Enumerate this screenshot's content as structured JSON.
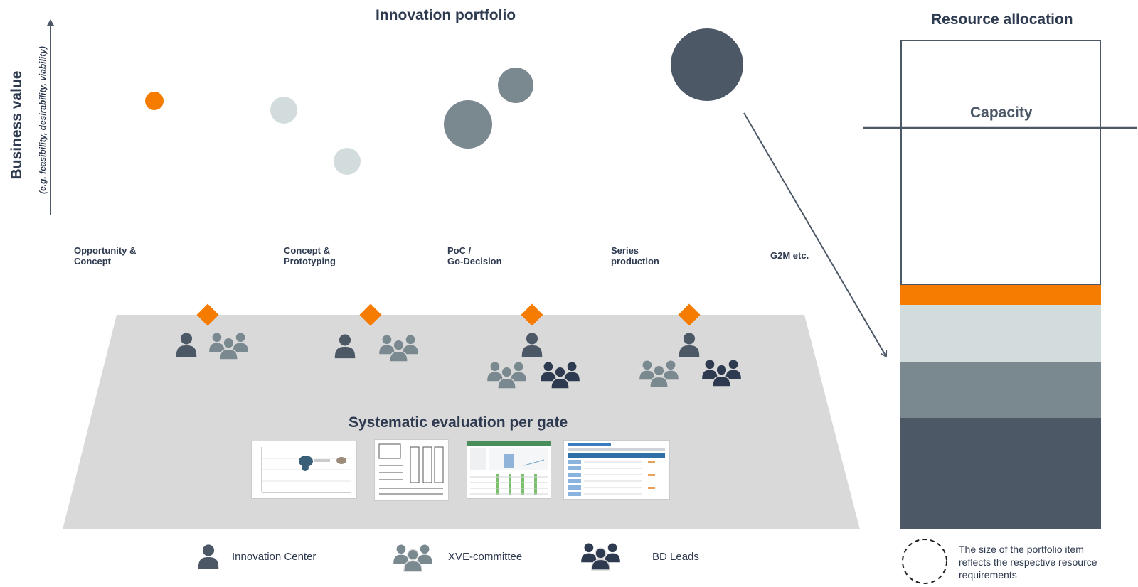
{
  "portfolio": {
    "title": "Innovation portfolio",
    "y_axis_label": "Business value",
    "y_axis_sublabel": "(e.g. feasibility, desirability, viability)",
    "stages": [
      {
        "line1": "Opportunity &",
        "line2": "Concept"
      },
      {
        "line1": "Concept &",
        "line2": "Prototyping"
      },
      {
        "line1": "PoC /",
        "line2": "Go-Decision"
      },
      {
        "line1": "Series",
        "line2": "production"
      },
      {
        "line1": "G2M etc.",
        "line2": ""
      }
    ]
  },
  "gate_section": {
    "title": "Systematic evaluation per gate"
  },
  "legend": [
    {
      "icon": "person-icon",
      "label": "Innovation Center"
    },
    {
      "icon": "group-icon",
      "label": "XVE-committee"
    },
    {
      "icon": "group-icon",
      "label": "BD Leads"
    }
  ],
  "resources": {
    "title": "Resource allocation",
    "capacity_label": "Capacity",
    "note": "The size of the portfolio item reflects the respective resource requirements"
  },
  "colors": {
    "orange": "#f57c00",
    "light": "#d3dcdd",
    "medium": "#7a8990",
    "dark": "#4c5866",
    "navy": "#2e3a4f",
    "floor": "#d9d9d9"
  }
}
